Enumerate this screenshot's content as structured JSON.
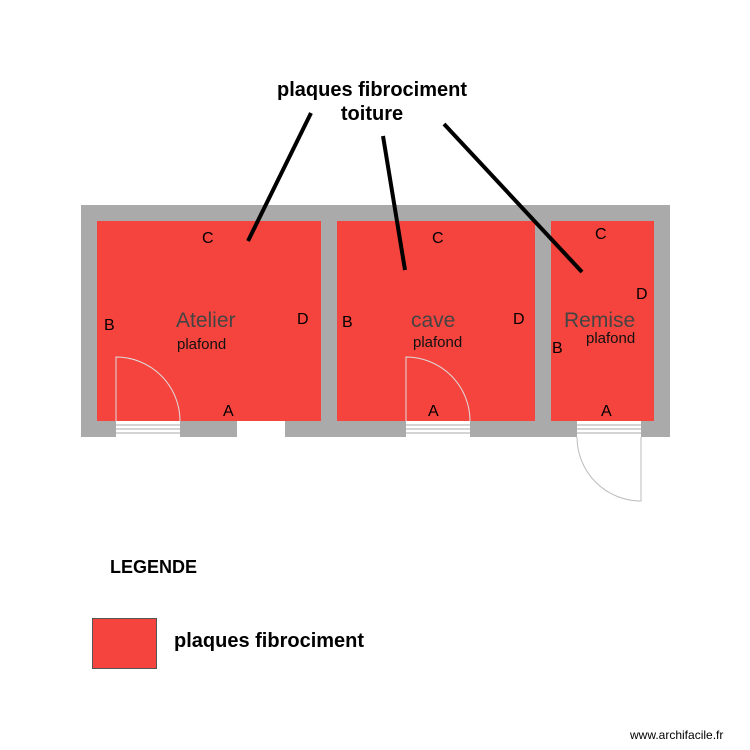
{
  "title": {
    "line1": "plaques fibrociment",
    "line2": "toiture"
  },
  "colors": {
    "wall": "#aaaaaa",
    "room_fill": "#f5443d",
    "pointer": "#000000"
  },
  "rooms": [
    {
      "name": "Atelier",
      "subtitle": "plafond",
      "walls": {
        "A": "A",
        "B": "B",
        "C": "C",
        "D": "D"
      }
    },
    {
      "name": "cave",
      "subtitle": "plafond",
      "walls": {
        "A": "A",
        "B": "B",
        "C": "C",
        "D": "D"
      }
    },
    {
      "name": "Remise",
      "subtitle": "plafond",
      "walls": {
        "A": "A",
        "B": "B",
        "C": "C",
        "D": "D"
      }
    }
  ],
  "legend": {
    "title": "LEGENDE",
    "items": [
      {
        "label": "plaques fibrociment",
        "color": "#f5443d"
      }
    ]
  },
  "credit": "www.archifacile.fr"
}
